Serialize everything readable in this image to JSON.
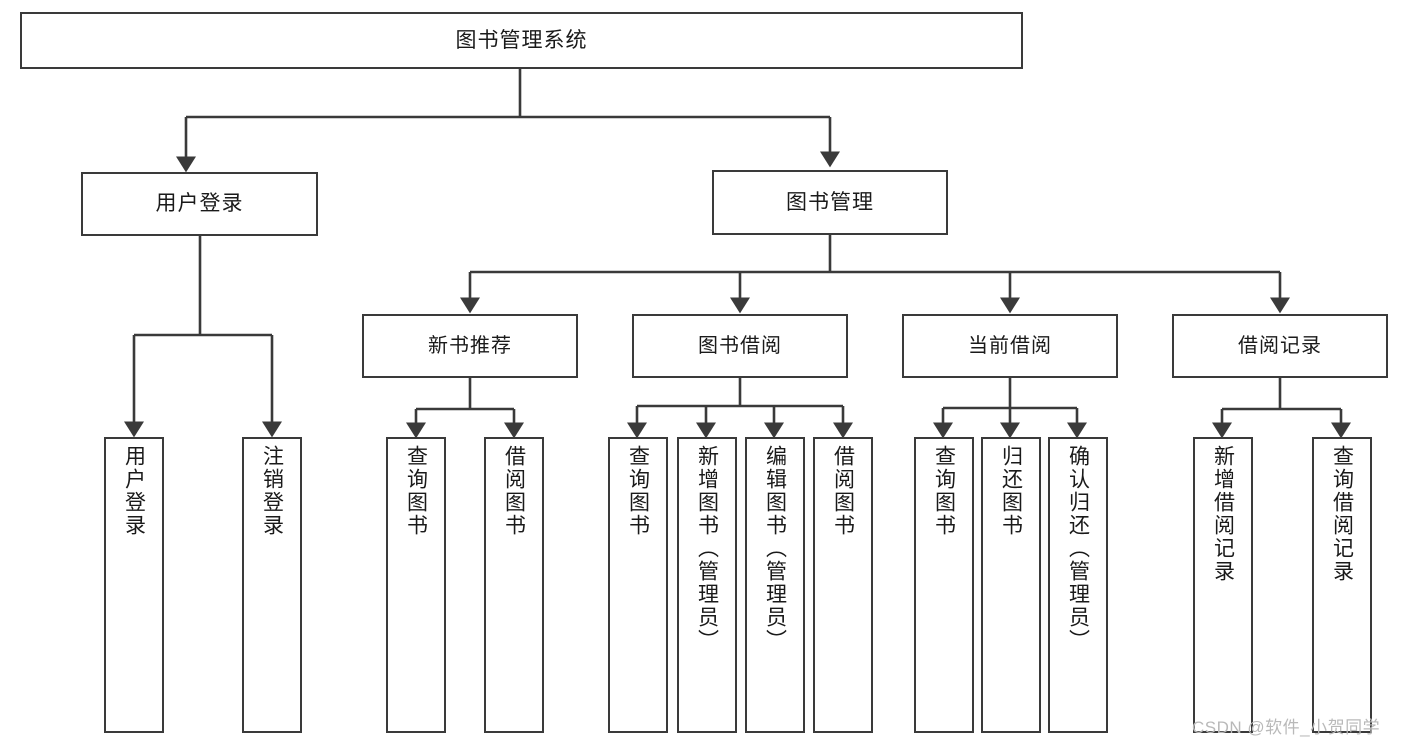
{
  "diagram": {
    "type": "tree",
    "title": "图书管理系统",
    "watermark": "CSDN @软件_小贺同学",
    "colors": {
      "stroke": "#3a3a3a",
      "fill": "#ffffff",
      "text": "#1a1a1a",
      "watermark": "#b9b9b9"
    },
    "root": {
      "label": "图书管理系统"
    },
    "level1": [
      {
        "label": "用户登录"
      },
      {
        "label": "图书管理"
      }
    ],
    "level2": [
      {
        "label": "新书推荐"
      },
      {
        "label": "图书借阅"
      },
      {
        "label": "当前借阅"
      },
      {
        "label": "借阅记录"
      }
    ],
    "leaves": {
      "user_login": [
        {
          "label": "用户登录"
        },
        {
          "label": "注销登录"
        }
      ],
      "new_book_recommend": [
        {
          "label": "查询图书"
        },
        {
          "label": "借阅图书"
        }
      ],
      "book_borrow": [
        {
          "label": "查询图书"
        },
        {
          "label": "新增图书（管理员）"
        },
        {
          "label": "编辑图书（管理员）"
        },
        {
          "label": "借阅图书"
        }
      ],
      "current_borrow": [
        {
          "label": "查询图书"
        },
        {
          "label": "归还图书"
        },
        {
          "label": "确认归还（管理员）"
        }
      ],
      "borrow_record": [
        {
          "label": "新增借阅记录"
        },
        {
          "label": "查询借阅记录"
        }
      ]
    }
  }
}
